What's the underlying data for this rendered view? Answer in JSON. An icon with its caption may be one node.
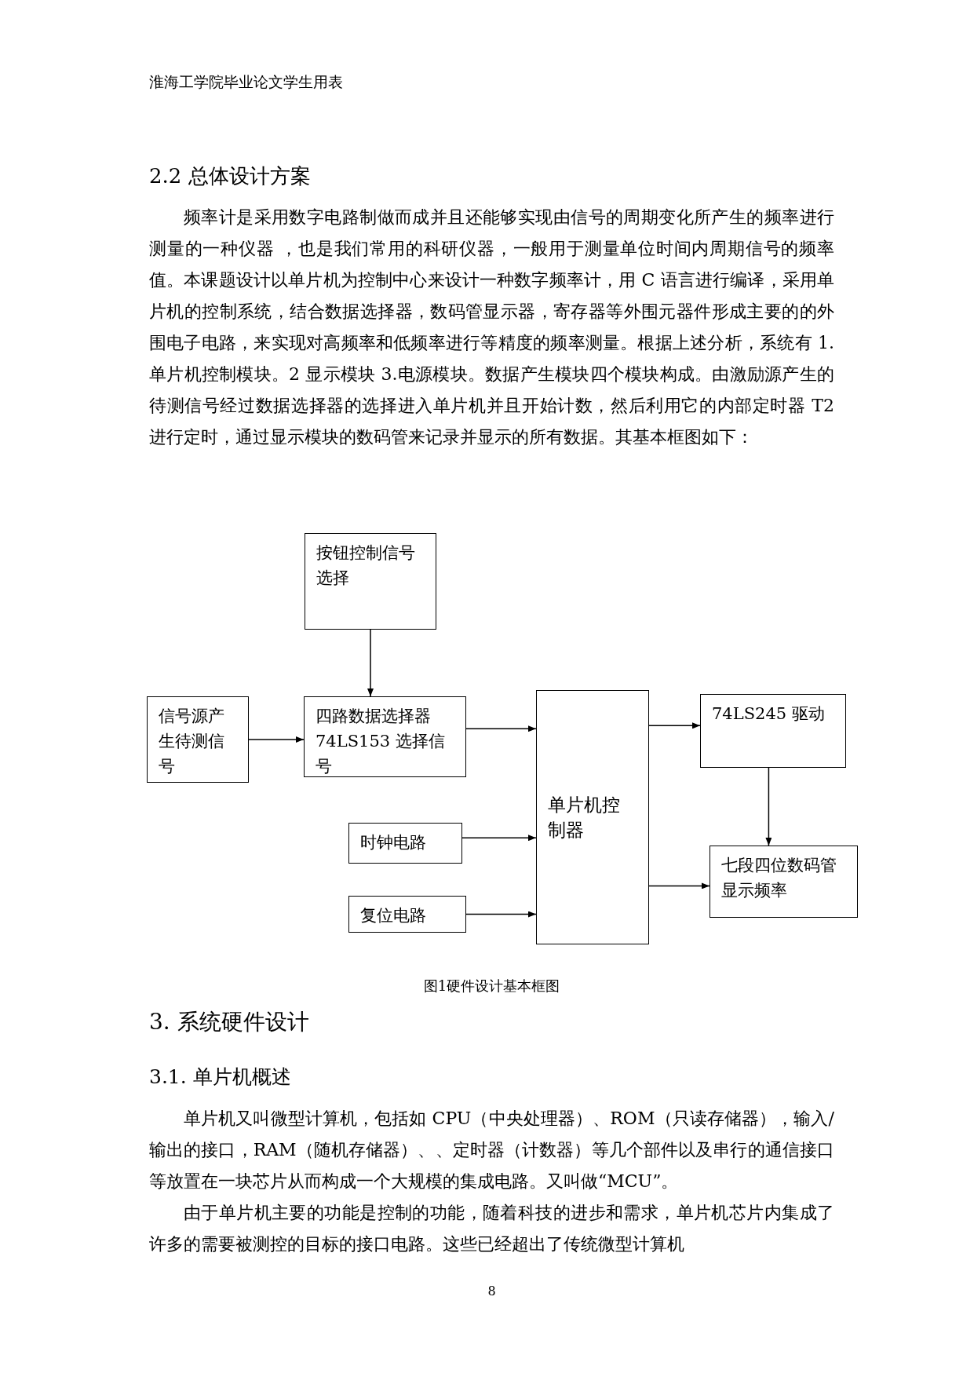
{
  "diagram": {
    "caption": "图1硬件设计基本框图",
    "nodes": [
      {
        "text": [
          "按钮控制信号选择"
        ]
      },
      {
        "text": [
          "信号源产生待测信号"
        ]
      },
      {
        "text": [
          "四路数据选择器74LS153 选择信号"
        ]
      },
      {
        "text": [
          "单片机控制器"
        ]
      },
      {
        "text": [
          "74LS245 驱动"
        ]
      },
      {
        "text": [
          "时钟电路"
        ]
      },
      {
        "text": [
          "七段四位数码管显示频率"
        ]
      },
      {
        "text": [
          "复位电路"
        ]
      }
    ],
    "edges": [
      {
        "from": 0,
        "to": 2,
        "arrow": "to"
      },
      {
        "from": 1,
        "to": 2,
        "arrow": "to"
      },
      {
        "from": 2,
        "to": 3,
        "arrow": "to"
      },
      {
        "from": 5,
        "to": 3,
        "arrow": "to"
      },
      {
        "from": 7,
        "to": 3,
        "arrow": "to"
      },
      {
        "from": 3,
        "to": 4,
        "arrow": "to"
      },
      {
        "from": 4,
        "to": 6,
        "arrow": "to"
      },
      {
        "from": 3,
        "to": 6,
        "arrow": "to"
      }
    ],
    "labels": [
      "淮海工学院毕业论文学生用表",
      "2.2 总体设计方案",
      "频率计是采用数字电路制做而成并且还能够实现由信号的周期变化所产生的频率进行测量的一种仪器 ，也是我们常用的科研仪器，一般用于测量单位时间内周期信号的频率值。本课题设计以单片机为控制中心来设计一种数字频率计，用 C 语言进行编译，采用单片机的控制系统，结合数据选择器，数码管显示器，寄存器等外围元器件形成主要的的外围电子电路，来实现对高频率和低频率进行等精度的频率测量。根据上述分析，系统有 1.单片机控制模块。2 显示模块 3.电源模块。数据产生模块四个模块构成。由激励源产生的待测信号经过数据选择器的选择进入单片机并且开始计数，然后利用它的内部定时器 T2 进行定时，通过显示模块的数码管来记录并显示的所有数据。其基本框图如下：",
      "3. 系统硬件设计",
      "3.1. 单片机概述",
      "单片机又叫微型计算机，包括如 CPU（中央处理器）、ROM（只读存储器），输入/输出的接口，RAM（随机存储器）、、定时器（计数器）等几个部件以及串行的通信接口等放置在一块芯片从而构成一个大规模的集成电路。又叫做“MCU”。",
      "由于单片机主要的功能是控制的功能，随着科技的进步和需求，单片机芯片内集成了许多的需要被测控的目标的接口电路。这些已经超出了传统微型计算机",
      "8"
    ]
  }
}
